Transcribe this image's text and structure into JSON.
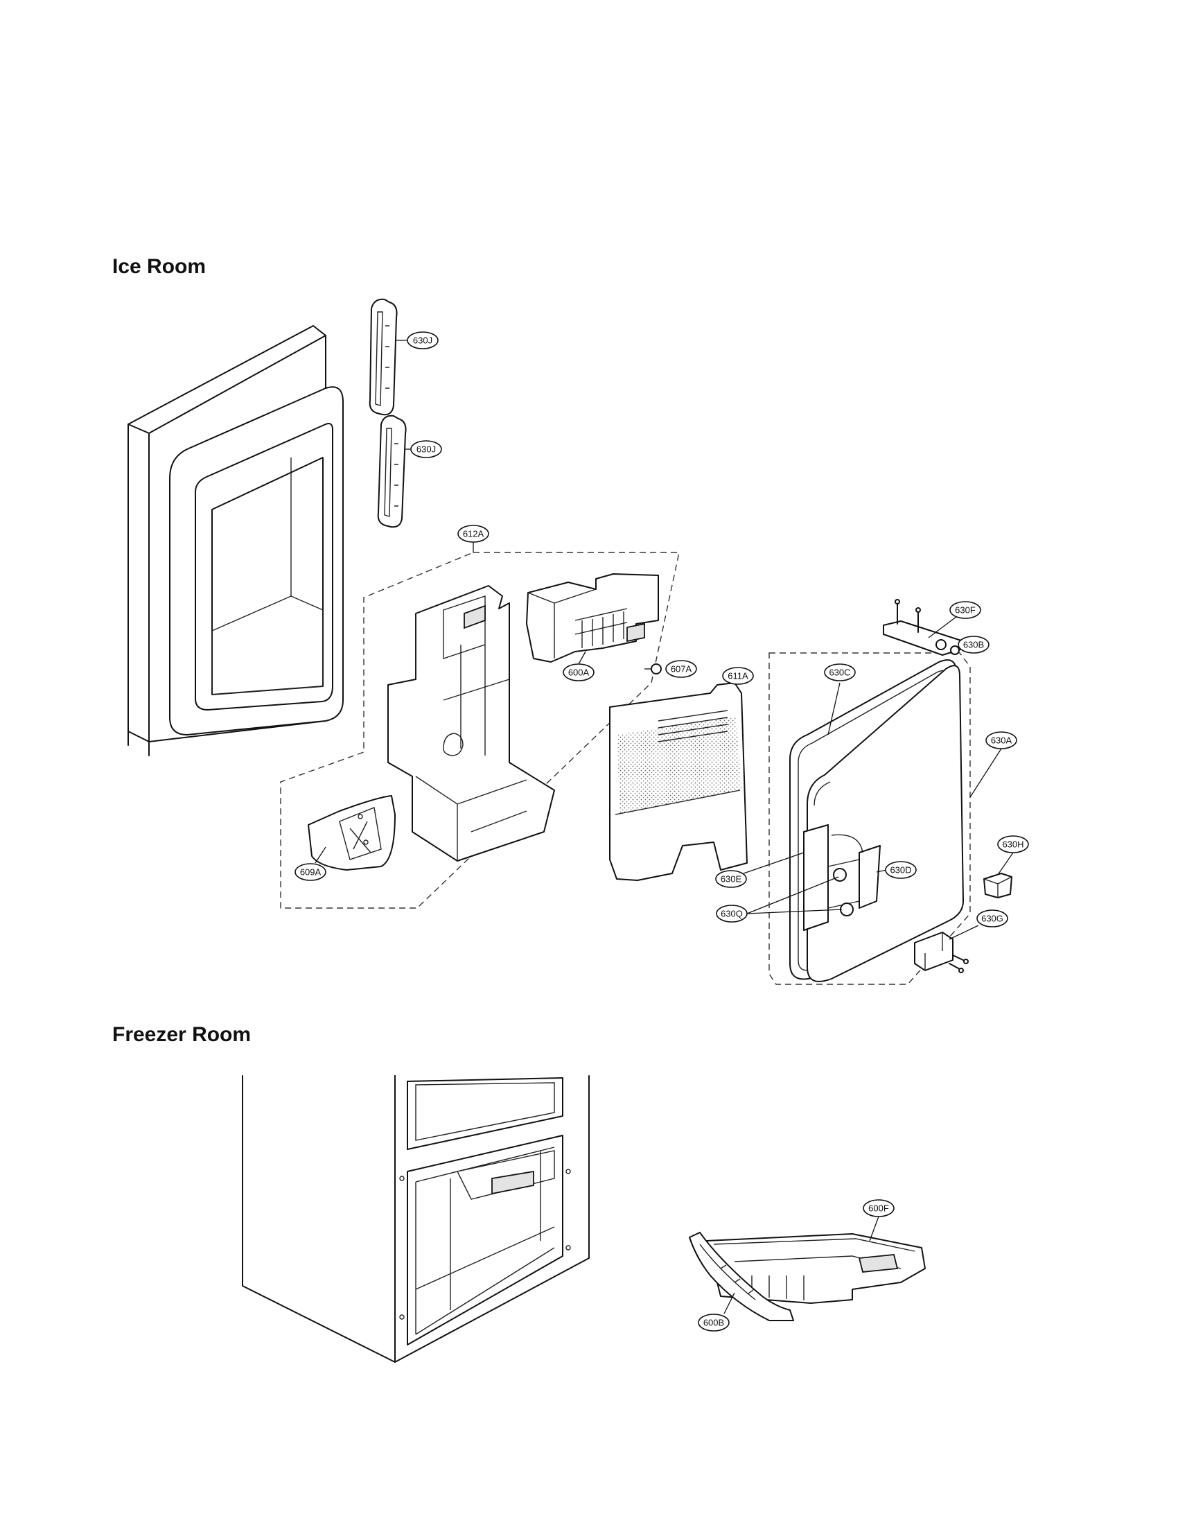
{
  "sections": {
    "ice_room": "Ice Room",
    "freezer_room": "Freezer Room"
  },
  "callouts": {
    "c630j_top": "630J",
    "c630j_bottom": "630J",
    "c612a": "612A",
    "c600a": "600A",
    "c607a": "607A",
    "c611a": "611A",
    "c630f": "630F",
    "c630b": "630B",
    "c630c": "630C",
    "c630a": "630A",
    "c609a": "609A",
    "c630e": "630E",
    "c630d": "630D",
    "c630q": "630Q",
    "c630h": "630H",
    "c630g": "630G",
    "c600f": "600F",
    "c600b": "600B"
  }
}
